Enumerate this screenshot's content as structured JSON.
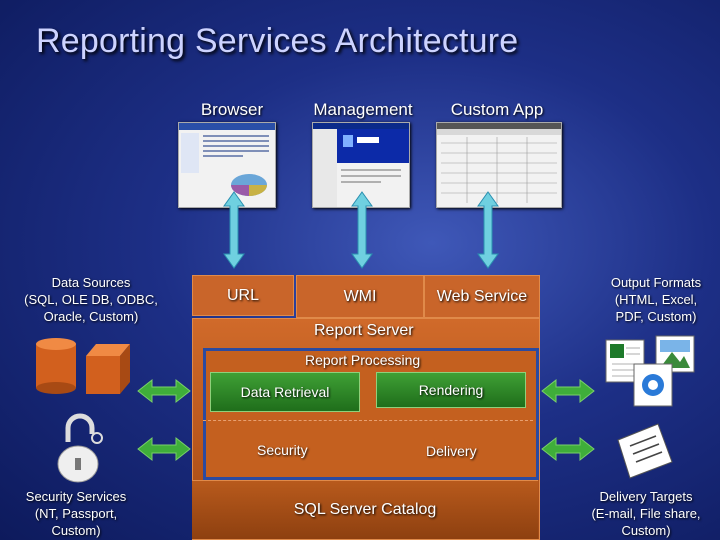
{
  "title": "Reporting Services Architecture",
  "clients": {
    "browser": "Browser",
    "management": "Management",
    "custom_app": "Custom App"
  },
  "interfaces": {
    "url": "URL",
    "wmi": "WMI",
    "web_service": "Web Service"
  },
  "data_sources": {
    "line1": "Data Sources",
    "line2": "(SQL, OLE DB, ODBC,",
    "line3": "Oracle, Custom)"
  },
  "output_formats": {
    "line1": "Output Formats",
    "line2": "(HTML, Excel,",
    "line3": "PDF, Custom)"
  },
  "security_services": {
    "line1": "Security Services",
    "line2": "(NT, Passport,",
    "line3": "Custom)"
  },
  "delivery_targets": {
    "line1": "Delivery Targets",
    "line2": "(E-mail, File share,",
    "line3": "Custom)"
  },
  "server": {
    "name": "Report Server",
    "processing": "Report Processing",
    "data_retrieval": "Data Retrieval",
    "rendering": "Rendering",
    "security": "Security",
    "delivery": "Delivery",
    "catalog": "SQL Server Catalog"
  },
  "colors": {
    "background": "#1d2f86",
    "title": "#cdd3ff",
    "server": "#c9652a",
    "component_green": "#2f8a28",
    "arrow": "#6fd0e0"
  }
}
